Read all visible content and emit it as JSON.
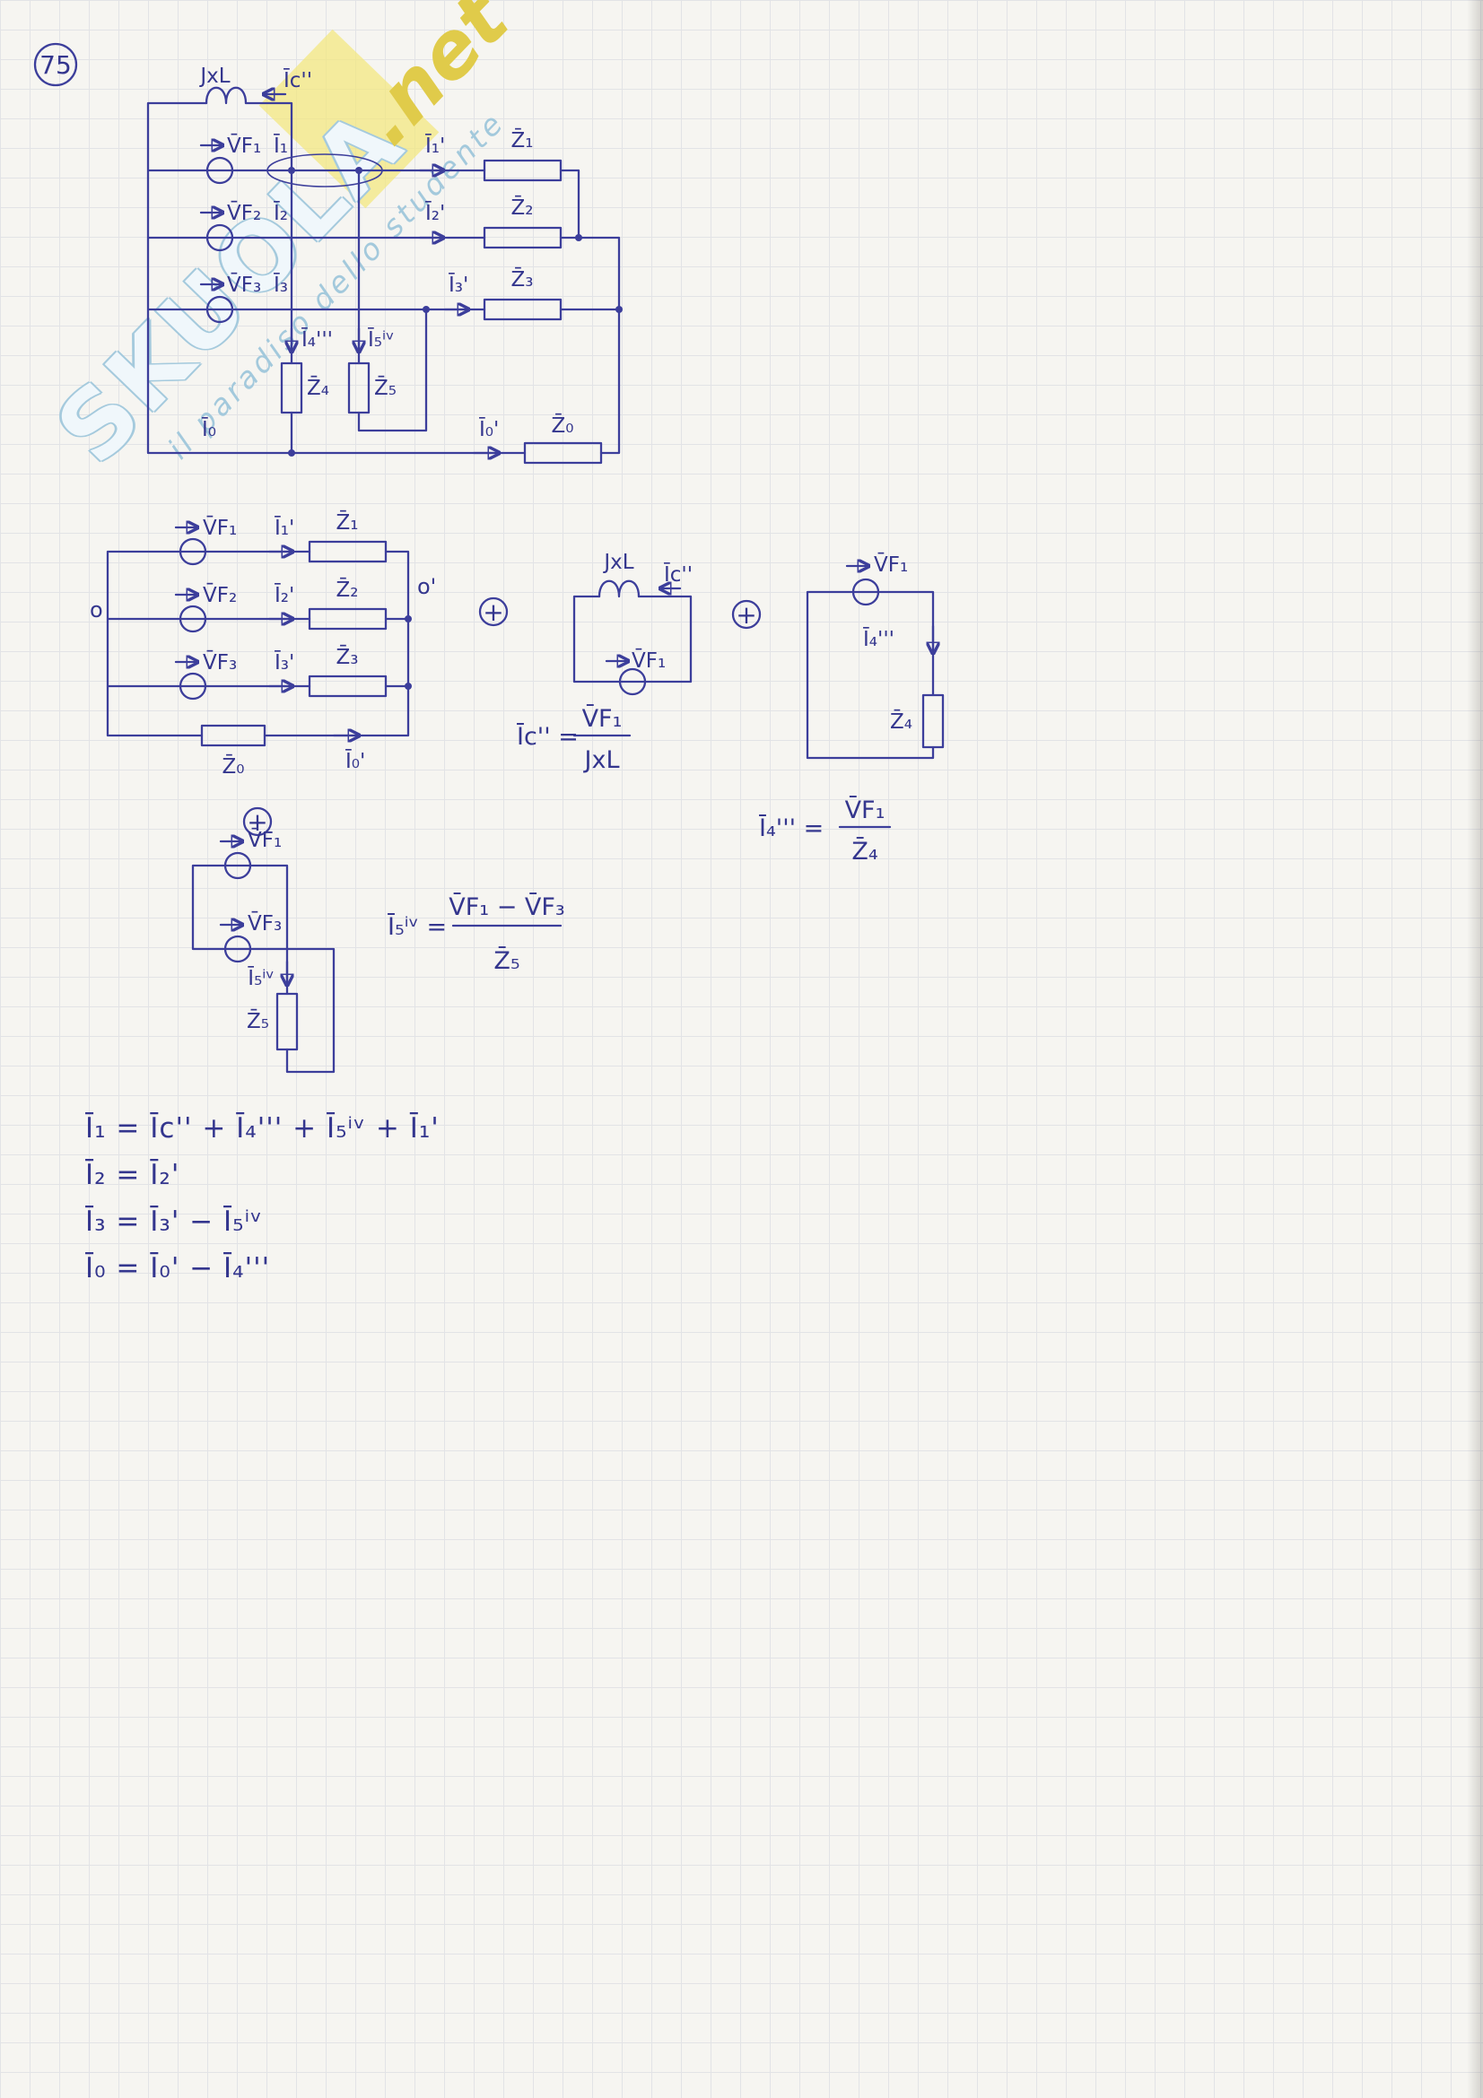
{
  "page_number": "75",
  "watermark": {
    "brand": "SKUOLA",
    "suffix": ".net",
    "tagline": "il paradiso dello studente"
  },
  "plus_sign": "+",
  "main_circuit": {
    "jxl": "JxL",
    "ic": "Īc''",
    "vf1": "V̄F₁",
    "vf2": "V̄F₂",
    "vf3": "V̄F₃",
    "i1": "Ī₁",
    "i2": "Ī₂",
    "i3": "Ī₃",
    "i1p": "Ī₁'",
    "i2p": "Ī₂'",
    "i3p": "Ī₃'",
    "z1": "Z̄₁",
    "z2": "Z̄₂",
    "z3": "Z̄₃",
    "i4": "Ī₄'''",
    "z4": "Z̄₄",
    "i5": "Ī₅ⁱᵛ",
    "z5": "Z̄₅",
    "i0": "Ī₀",
    "i0p": "Ī₀'",
    "z0": "Z̄₀"
  },
  "star_circuit": {
    "node_o": "o",
    "node_op": "o'",
    "vf1": "V̄F₁",
    "vf2": "V̄F₂",
    "vf3": "V̄F₃",
    "i1p": "Ī₁'",
    "i2p": "Ī₂'",
    "i3p": "Ī₃'",
    "z1": "Z̄₁",
    "z2": "Z̄₂",
    "z3": "Z̄₃",
    "z0": "Z̄₀",
    "i0p": "Ī₀'"
  },
  "jxl_circuit": {
    "jxl": "JxL",
    "ic": "Īc''",
    "vf1": "V̄F₁",
    "eq_lhs": "Īc'' =",
    "eq_num": "V̄F₁",
    "eq_den": "JxL"
  },
  "z4_circuit": {
    "vf1": "V̄F₁",
    "i4": "Ī₄'''",
    "z4": "Z̄₄",
    "eq_lhs": "Ī₄''' =",
    "eq_num": "V̄F₁",
    "eq_den": "Z̄₄"
  },
  "z5_circuit": {
    "vf1": "V̄F₁",
    "vf3": "V̄F₃",
    "i5": "Ī₅ⁱᵛ",
    "z5": "Z̄₅",
    "eq_lhs": "Ī₅ⁱᵛ =",
    "eq_num": "V̄F₁ − V̄F₃",
    "eq_den": "Z̄₅"
  },
  "final_equations": {
    "eq1": "Ī₁ = Īc'' + Ī₄''' + Ī₅ⁱᵛ + Ī₁'",
    "eq2": "Ī₂ = Ī₂'",
    "eq3": "Ī₃ = Ī₃' − Ī₅ⁱᵛ",
    "eq4": "Ī₀ = Ī₀' − Ī₄'''"
  }
}
